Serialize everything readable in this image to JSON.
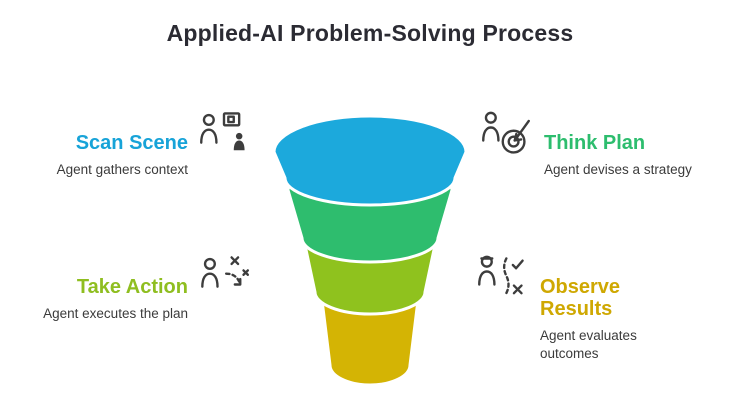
{
  "title": "Applied-AI Problem-Solving Process",
  "steps": [
    {
      "label": "Scan Scene",
      "description": "Agent gathers context",
      "color": "#17a3d8",
      "icon": "person-screens-icon"
    },
    {
      "label": "Think Plan",
      "description": "Agent devises a strategy",
      "color": "#2dbd6e",
      "icon": "person-target-icon"
    },
    {
      "label": "Take Action",
      "description": "Agent executes the plan",
      "color": "#8fbe20",
      "icon": "person-motion-icon"
    },
    {
      "label": "Observe Results",
      "description": "Agent evaluates outcomes",
      "color": "#cfa802",
      "icon": "person-checklist-icon"
    }
  ],
  "funnel": {
    "layers": [
      {
        "name": "scan-scene-layer",
        "color": "#1ca9dc"
      },
      {
        "name": "think-plan-layer",
        "color": "#2ebd6e"
      },
      {
        "name": "take-action-layer",
        "color": "#8fc21e"
      },
      {
        "name": "observe-results-layer",
        "color": "#d4b404"
      }
    ]
  }
}
